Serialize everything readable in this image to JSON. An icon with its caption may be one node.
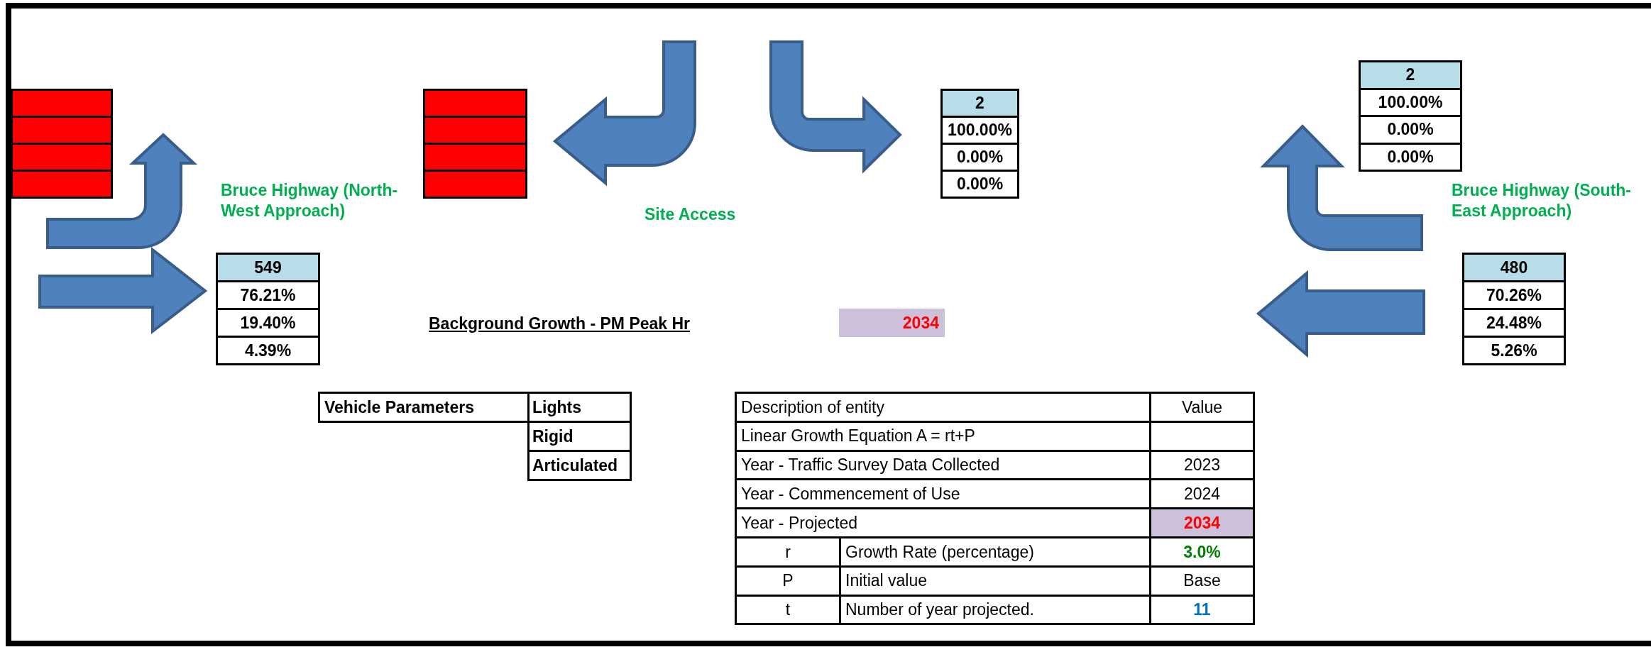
{
  "diagram": {
    "labels": [
      "2",
      "100.00%",
      "0.00%",
      "0.00%",
      "2",
      "100.00%",
      "0.00%",
      "0.00%",
      "Bruce Highway (North-West Approach)",
      "Site Access",
      "Bruce Highway (South-East Approach)",
      "549",
      "76.21%",
      "19.40%",
      "4.39%",
      "480",
      "70.26%",
      "24.48%",
      "5.26%",
      "Background Growth - PM Peak Hr",
      "2034",
      "Vehicle Parameters",
      "Lights",
      "Rigid",
      "Articulated",
      "Description of entity",
      "Value",
      "Linear Growth Equation A = rt+P",
      "Year - Traffic Survey Data Collected",
      "2023",
      "Year - Commencement of Use",
      "2024",
      "Year - Projected",
      "2034",
      "r",
      "Growth Rate (percentage)",
      "3.0%",
      "P",
      "Initial value",
      "Base",
      "t",
      "Number of year projected.",
      "11"
    ]
  }
}
